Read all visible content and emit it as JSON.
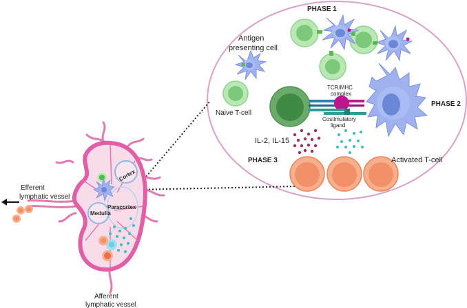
{
  "labels": {
    "phase1": "PHASE 1",
    "phase2": "PHASE 2",
    "phase3": "PHASE 3",
    "apc_line1": "Antigen",
    "apc_line2": "presenting cell",
    "naive": "Naive T-cell",
    "tcr_line1": "TCR/MHC",
    "tcr_line2": "complex",
    "costim_line1": "Costimulatory",
    "costim_line2": "ligand",
    "cytokines": "IL-2, IL-15",
    "activated": "Activated T-cell",
    "cortex": "Cortex",
    "paracortex": "Paracortex",
    "medulla": "Medulla",
    "efferent_line1": "Efferent",
    "efferent_line2": "lymphatic vessel",
    "afferent_line1": "Afferent",
    "afferent_line2": "lymphatic vessel"
  },
  "colors": {
    "lymph_node": "#e05fa6",
    "node_fill": "#f9dcea",
    "apc": "#9fb2ef",
    "naive_t": "#8fd48f",
    "activated_t": "#f2906a",
    "tcr": "#c0158f",
    "costim": "#2e9c95",
    "cytokine_red": "#a0305a",
    "cytokine_teal": "#3cbcc4",
    "bubble_border": "#d9a2c6"
  }
}
